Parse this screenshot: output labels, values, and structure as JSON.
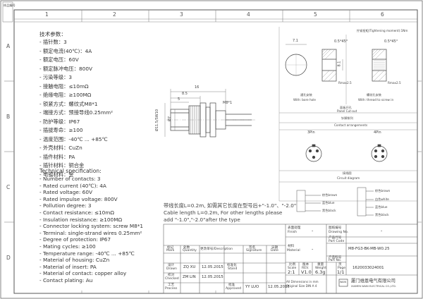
{
  "border": {
    "top_numbers": [
      "1",
      "2",
      "3",
      "4",
      "5",
      "6"
    ],
    "side_letters": [
      "A",
      "B",
      "C",
      "D"
    ],
    "corner_tag": "样品编号"
  },
  "spec_cn": {
    "title": "技术参数：",
    "items": [
      "- 插针数：3",
      "- 额定电流(40℃)：4A",
      "- 额定电压：60V",
      "- 额定脉冲电压：800V",
      "- 污染等级：3",
      "- 接触电阻：≤10mΩ",
      "- 绝缘电阻：≥100MΩ",
      "- 锁紧方式：螺纹式M8*1",
      "- 端接方式：预接导线0.25mm²",
      "- 防护等级：IP67",
      "- 插拔寿命：≥100",
      "- 温度范围：-40℃ ... +85℃",
      "- 外壳材料：CuZn",
      "- 插件材料：PA",
      "- 插针材料：铜合金",
      "- 电镀材料：金"
    ]
  },
  "spec_en": {
    "title": "Technical specification:",
    "items": [
      "- Number of contacts: 3",
      "- Rated current (40℃): 4A",
      "- Rated voltage: 60V",
      "- Rated impulse voltage: 800V",
      "- Pollution degree: 3",
      "- Contact resistance: ≤10mΩ",
      "- Insulation resistance: ≥100MΩ",
      "- Connector locking system: screw M8*1",
      "- Terminal: single-strand wires 0.25mm²",
      "- Degree of protection: IP67",
      "- Mating cycles: ≥100",
      "- Temperature range: -40℃ ... +85℃",
      "- Material of housing: CuZn",
      "- Material of insert: PA",
      "- Material of contact: copper alloy",
      "- Contact plating: Au"
    ]
  },
  "drawing": {
    "dims": [
      "16",
      "8.5",
      "5",
      "Ø11.5/SW10",
      "Ø7",
      "M8*1"
    ],
    "tightening_label": "拧紧扭矩(Tightening moment):1Nm",
    "dim_71": "7.1",
    "dim_81": "8.1",
    "dim_a": "0.5*45°",
    "dim_b": "0.5*45°",
    "hole_cn": "通孔安装",
    "hole_en": "With: bore hole",
    "thread_cn": "螺纹孔安装",
    "thread_en": "With: thread to screw in",
    "rad_a": "Rmax2.5",
    "rad_b": "Rmax2.5",
    "panel_cn": "面板开孔",
    "panel_en": "Panel Cut-out",
    "contact_cn": "针脚排列",
    "contact_en": "Contact arrangements",
    "pin3": "3Pin",
    "pin4": "4Pin",
    "circuit_cn": "接线图",
    "circuit_en": "Circuit diagram",
    "wires3": [
      "棕色brown",
      "蓝色blue",
      "黑色black"
    ],
    "wires4": [
      "棕色brown",
      "白色white",
      "蓝色blue",
      "黑色black"
    ]
  },
  "cable_note": {
    "cn": "带线长度L=0.2m, 如需其它长度在型号后+\"-1.0\"、\"-2.0\"",
    "en1": "Cable length L=0.2m, For other lengths please",
    "en2": "add \"-1.0\",\"-2.0\"after the type"
  },
  "title_block": {
    "rev_cn": "标记",
    "rev_en": "Mark",
    "qty_cn": "处数",
    "qty_en": "Quantity",
    "chg_cn": "更改单号/Description",
    "sig_cn": "签名",
    "sig_en": "Signature",
    "date_cn": "日期",
    "date_en": "Date",
    "drawn_cn": "设计",
    "drawn_en": "Drawn",
    "drawn_name": "ZQ XU",
    "drawn_date": "12.05.2015",
    "std_cn": "标准化",
    "std_en": "Stand",
    "checked_cn": "校对",
    "checked_en": "Checked",
    "checked_name": "ZM LIN",
    "checked_date": "12.05.2015",
    "process_cn": "工艺",
    "process_en": "Process",
    "approved_cn": "批准",
    "approved_en": "Approved",
    "approved_name": "YY LUO",
    "approved_date": "12.05.2015",
    "finish_cn": "表面处理",
    "finish_en": "Finish",
    "finish_val": "-",
    "material_cn": "材料",
    "material_en": "Material",
    "material_val": "-",
    "scale_cn": "比例",
    "scale_en": "Scale",
    "scale_val": "2:1",
    "revision_cn": "版本",
    "revision_en": "REV.",
    "revision_val": "V1.0",
    "weight_cn": "重量",
    "weight_en": "Weight",
    "weight_val": "6.3g",
    "page_cn": "页",
    "page_en": "Page",
    "page_val": "1/1",
    "dims_note1": "All Dimensions in mm",
    "dims_note2": "Original Size DIN A 4",
    "drawing_no_cn": "图纸编号",
    "drawing_no_en": "Drawing No.",
    "drawing_no_val": "-",
    "part_code_cn": "产品代号",
    "part_code_en": "Part Code",
    "part_code_val": "M8-FG3-BK-MB-W0.25",
    "part_no_cn": "产品料号",
    "part_no_en": "Part No.",
    "part_no_val": "1620033024001",
    "company_cn": "厦门维恩电气有限公司",
    "company_en": "XIAMEN WAIN ELECTRICAL CO.,LTD.",
    "logo": "WAIN"
  }
}
